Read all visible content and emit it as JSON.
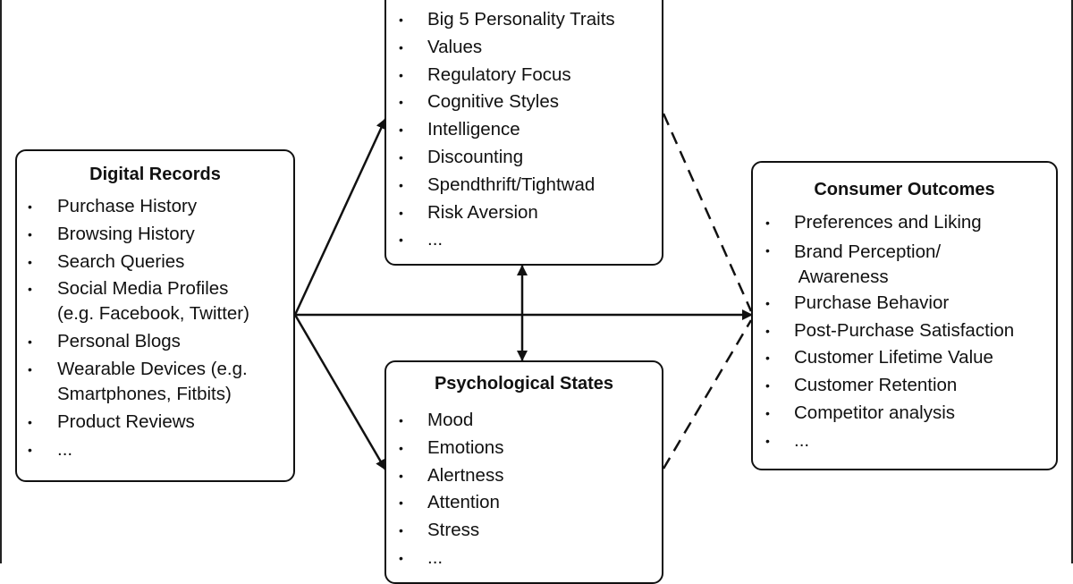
{
  "digital_records": {
    "title": "Digital Records",
    "items": [
      "Purchase History",
      "Browsing History",
      "Search Queries",
      "Social Media Profiles\n(e.g. Facebook, Twitter)",
      "Personal Blogs",
      "Wearable Devices (e.g.\nSmartphones, Fitbits)",
      "Product Reviews",
      "..."
    ]
  },
  "traits": {
    "items": [
      "Big 5 Personality Traits",
      "Values",
      "Regulatory Focus",
      "Cognitive Styles",
      "Intelligence",
      "Discounting",
      "Spendthrift/Tightwad",
      "Risk Aversion",
      "..."
    ]
  },
  "psychological_states": {
    "title": "Psychological States",
    "items": [
      "Mood",
      "Emotions",
      "Alertness",
      "Attention",
      "Stress",
      "..."
    ]
  },
  "consumer_outcomes": {
    "title": "Consumer Outcomes",
    "items": [
      "Preferences and Liking",
      "Brand Perception/\n Awareness",
      "Purchase Behavior",
      "Post-Purchase Satisfaction",
      "Customer Lifetime Value",
      "Customer Retention",
      "Competitor analysis",
      "..."
    ]
  },
  "bullet_glyph": "•"
}
